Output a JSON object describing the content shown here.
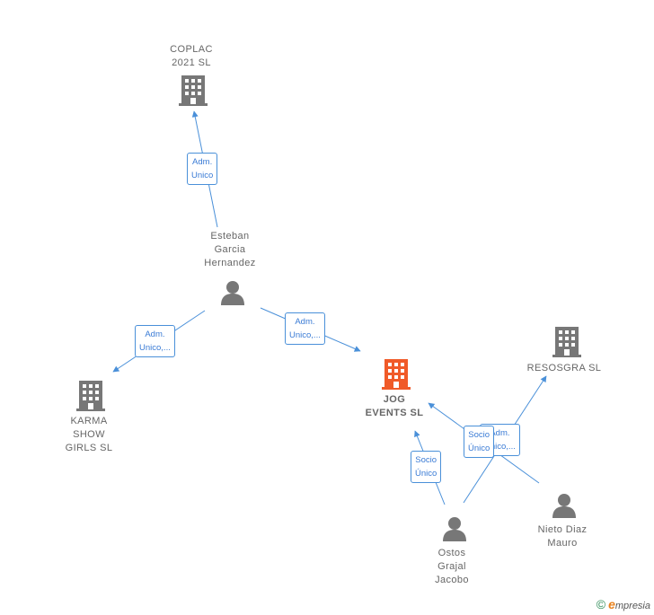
{
  "nodes": {
    "coplac": {
      "lines": [
        "COPLAC",
        "2021  SL"
      ]
    },
    "esteban": {
      "lines": [
        "Esteban",
        "Garcia",
        "Hernandez"
      ]
    },
    "karma": {
      "lines": [
        "KARMA",
        "SHOW",
        "GIRLS  SL"
      ]
    },
    "jog": {
      "lines": [
        "JOG",
        "EVENTS  SL"
      ]
    },
    "resosgra": {
      "lines": [
        "RESOSGRA SL"
      ]
    },
    "ostos": {
      "lines": [
        "Ostos",
        "Grajal",
        "Jacobo"
      ]
    },
    "nieto": {
      "lines": [
        "Nieto Diaz",
        "Mauro"
      ]
    }
  },
  "edges": {
    "esteban_coplac": {
      "lines": [
        "Adm.",
        "Unico"
      ]
    },
    "esteban_karma": {
      "lines": [
        "Adm.",
        "Unico,..."
      ]
    },
    "esteban_jog": {
      "lines": [
        "Adm.",
        "Unico,..."
      ]
    },
    "ostos_jog": {
      "lines": [
        "Socio",
        "Único"
      ]
    },
    "nieto_jog": {
      "lines": [
        "Socio",
        "Único"
      ]
    },
    "ostos_resosgra": {
      "lines": [
        "Adm.",
        "Unico,..."
      ]
    }
  },
  "footer": {
    "symbol": "©",
    "brand_initial": "e",
    "brand_rest": "mpresia"
  },
  "colors": {
    "company": "#777777",
    "company_center": "#f05a28",
    "person": "#777777",
    "edge": "#4a90d9"
  }
}
